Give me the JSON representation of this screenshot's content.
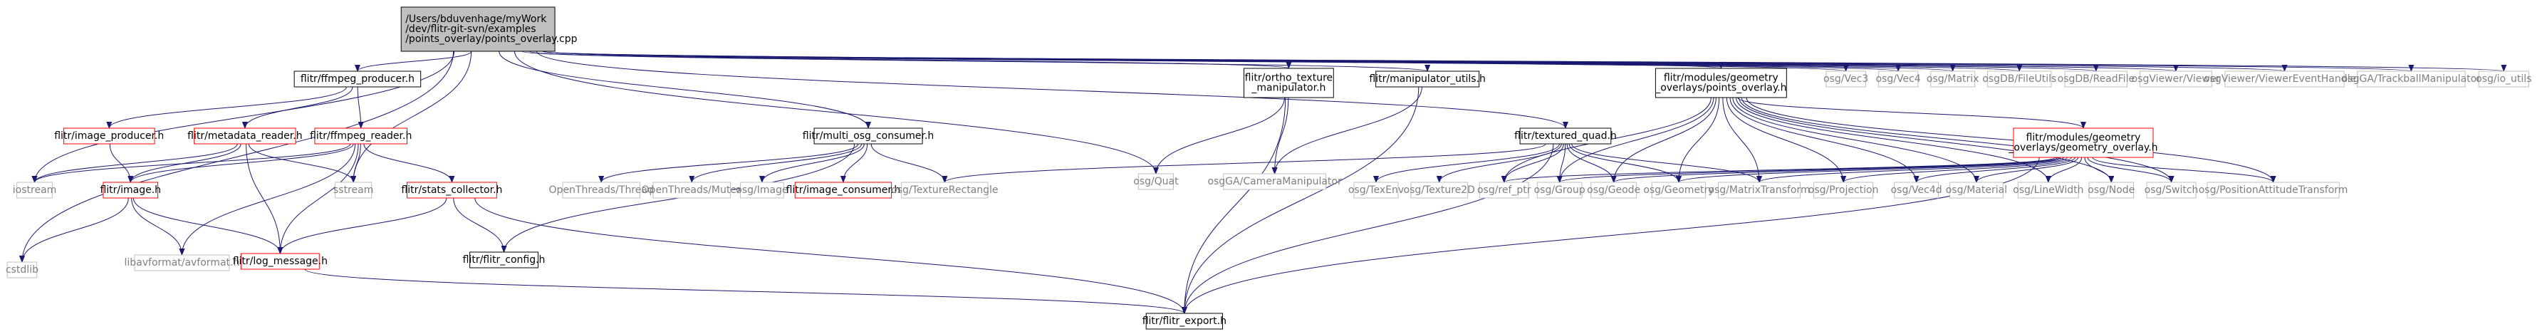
{
  "graph": {
    "title": "",
    "colors": {
      "edge": "#191970",
      "root_fill": "#bfbfbf",
      "doc_border": "#000000",
      "undoc_border": "#ff0000",
      "ext_border": "#bfbfbf",
      "ext_text": "#7f7f7f",
      "text": "#000000"
    },
    "nodes": [
      {
        "id": "root",
        "lines": [
          "/Users/bduvenhage/myWork",
          "/dev/flitr-git-svn/examples",
          "/points_overlay/points_overlay.cpp"
        ],
        "kind": "root"
      },
      {
        "id": "ffmpeg_producer",
        "lines": [
          "flitr/ffmpeg_producer.h"
        ],
        "kind": "doc"
      },
      {
        "id": "ortho_texture_manipulator",
        "lines": [
          "flitr/ortho_texture",
          "_manipulator.h"
        ],
        "kind": "doc"
      },
      {
        "id": "manipulator_utils",
        "lines": [
          "flitr/manipulator_utils.h"
        ],
        "kind": "doc"
      },
      {
        "id": "points_overlay_h",
        "lines": [
          "flitr/modules/geometry",
          "_overlays/points_overlay.h"
        ],
        "kind": "doc"
      },
      {
        "id": "osg_vec3",
        "lines": [
          "osg/Vec3"
        ],
        "kind": "ext"
      },
      {
        "id": "osg_vec4",
        "lines": [
          "osg/Vec4"
        ],
        "kind": "ext"
      },
      {
        "id": "osg_matrix",
        "lines": [
          "osg/Matrix"
        ],
        "kind": "ext"
      },
      {
        "id": "osgdb_fileutils",
        "lines": [
          "osgDB/FileUtils"
        ],
        "kind": "ext"
      },
      {
        "id": "osgdb_readfile",
        "lines": [
          "osgDB/ReadFile"
        ],
        "kind": "ext"
      },
      {
        "id": "osgviewer_viewer",
        "lines": [
          "osgViewer/Viewer"
        ],
        "kind": "ext"
      },
      {
        "id": "osgviewer_handlers",
        "lines": [
          "osgViewer/ViewerEventHandlers"
        ],
        "kind": "ext"
      },
      {
        "id": "osgga_trackball",
        "lines": [
          "osgGA/TrackballManipulator"
        ],
        "kind": "ext"
      },
      {
        "id": "osg_io_utils",
        "lines": [
          "osg/io_utils"
        ],
        "kind": "ext"
      },
      {
        "id": "image_producer",
        "lines": [
          "flitr/image_producer.h"
        ],
        "kind": "undoc"
      },
      {
        "id": "metadata_reader",
        "lines": [
          "flitr/metadata_reader.h"
        ],
        "kind": "undoc"
      },
      {
        "id": "ffmpeg_reader",
        "lines": [
          "flitr/ffmpeg_reader.h"
        ],
        "kind": "undoc"
      },
      {
        "id": "multi_osg_consumer",
        "lines": [
          "flitr/multi_osg_consumer.h"
        ],
        "kind": "doc"
      },
      {
        "id": "osg_quat",
        "lines": [
          "osg/Quat"
        ],
        "kind": "ext"
      },
      {
        "id": "osgga_cameramanip",
        "lines": [
          "osgGA/CameraManipulator"
        ],
        "kind": "ext"
      },
      {
        "id": "textured_quad",
        "lines": [
          "flitr/textured_quad.h"
        ],
        "kind": "doc"
      },
      {
        "id": "geometry_overlay",
        "lines": [
          "flitr/modules/geometry",
          "_overlays/geometry_overlay.h"
        ],
        "kind": "undoc"
      },
      {
        "id": "image_h",
        "lines": [
          "flitr/image.h"
        ],
        "kind": "undoc"
      },
      {
        "id": "iostream",
        "lines": [
          "iostream"
        ],
        "kind": "ext"
      },
      {
        "id": "sstream",
        "lines": [
          "sstream"
        ],
        "kind": "ext"
      },
      {
        "id": "stats_collector",
        "lines": [
          "flitr/stats_collector.h"
        ],
        "kind": "undoc"
      },
      {
        "id": "openthreads_thread",
        "lines": [
          "OpenThreads/Thread"
        ],
        "kind": "ext"
      },
      {
        "id": "openthreads_mutex",
        "lines": [
          "OpenThreads/Mutex"
        ],
        "kind": "ext"
      },
      {
        "id": "osg_image",
        "lines": [
          "osg/Image"
        ],
        "kind": "ext"
      },
      {
        "id": "image_consumer",
        "lines": [
          "flitr/image_consumer.h"
        ],
        "kind": "undoc"
      },
      {
        "id": "osg_texturerect",
        "lines": [
          "osg/TextureRectangle"
        ],
        "kind": "ext"
      },
      {
        "id": "osg_texenv",
        "lines": [
          "osg/TexEnv"
        ],
        "kind": "ext"
      },
      {
        "id": "osg_texture2d",
        "lines": [
          "osg/Texture2D"
        ],
        "kind": "ext"
      },
      {
        "id": "osg_ref_ptr",
        "lines": [
          "osg/ref_ptr"
        ],
        "kind": "ext"
      },
      {
        "id": "osg_group",
        "lines": [
          "osg/Group"
        ],
        "kind": "ext"
      },
      {
        "id": "osg_geode",
        "lines": [
          "osg/Geode"
        ],
        "kind": "ext"
      },
      {
        "id": "osg_geometry",
        "lines": [
          "osg/Geometry"
        ],
        "kind": "ext"
      },
      {
        "id": "osg_matrixtransform",
        "lines": [
          "osg/MatrixTransform"
        ],
        "kind": "ext"
      },
      {
        "id": "osg_projection",
        "lines": [
          "osg/Projection"
        ],
        "kind": "ext"
      },
      {
        "id": "osg_vec4d",
        "lines": [
          "osg/Vec4d"
        ],
        "kind": "ext"
      },
      {
        "id": "osg_material",
        "lines": [
          "osg/Material"
        ],
        "kind": "ext"
      },
      {
        "id": "osg_linewidth",
        "lines": [
          "osg/LineWidth"
        ],
        "kind": "ext"
      },
      {
        "id": "osg_node",
        "lines": [
          "osg/Node"
        ],
        "kind": "ext"
      },
      {
        "id": "osg_switch",
        "lines": [
          "osg/Switch"
        ],
        "kind": "ext"
      },
      {
        "id": "osg_pat",
        "lines": [
          "osg/PositionAttitudeTransform"
        ],
        "kind": "ext"
      },
      {
        "id": "cstdlib",
        "lines": [
          "cstdlib"
        ],
        "kind": "ext"
      },
      {
        "id": "libavformat",
        "lines": [
          "libavformat/avformat.h"
        ],
        "kind": "ext"
      },
      {
        "id": "log_message",
        "lines": [
          "flitr/log_message.h"
        ],
        "kind": "undoc"
      },
      {
        "id": "flitr_config",
        "lines": [
          "flitr/flitr_config.h"
        ],
        "kind": "doc"
      },
      {
        "id": "flitr_export",
        "lines": [
          "flitr/flitr_export.h"
        ],
        "kind": "doc"
      }
    ],
    "edges": [
      [
        "root",
        "ffmpeg_producer"
      ],
      [
        "root",
        "ortho_texture_manipulator"
      ],
      [
        "root",
        "manipulator_utils"
      ],
      [
        "root",
        "points_overlay_h"
      ],
      [
        "root",
        "osg_vec3"
      ],
      [
        "root",
        "osg_vec4"
      ],
      [
        "root",
        "osg_matrix"
      ],
      [
        "root",
        "osgdb_fileutils"
      ],
      [
        "root",
        "osgdb_readfile"
      ],
      [
        "root",
        "osgviewer_viewer"
      ],
      [
        "root",
        "osgviewer_handlers"
      ],
      [
        "root",
        "osgga_trackball"
      ],
      [
        "root",
        "osg_io_utils"
      ],
      [
        "root",
        "multi_osg_consumer"
      ],
      [
        "root",
        "textured_quad"
      ],
      [
        "root",
        "osg_quat"
      ],
      [
        "root",
        "sstream"
      ],
      [
        "root",
        "iostream"
      ],
      [
        "root",
        "cstdlib"
      ],
      [
        "ffmpeg_producer",
        "image_producer"
      ],
      [
        "ffmpeg_producer",
        "metadata_reader"
      ],
      [
        "ffmpeg_producer",
        "ffmpeg_reader"
      ],
      [
        "image_producer",
        "image_h"
      ],
      [
        "metadata_reader",
        "image_h"
      ],
      [
        "metadata_reader",
        "iostream"
      ],
      [
        "metadata_reader",
        "sstream"
      ],
      [
        "metadata_reader",
        "log_message"
      ],
      [
        "ffmpeg_reader",
        "image_h"
      ],
      [
        "ffmpeg_reader",
        "stats_collector"
      ],
      [
        "ffmpeg_reader",
        "iostream"
      ],
      [
        "ffmpeg_reader",
        "sstream"
      ],
      [
        "ffmpeg_reader",
        "libavformat"
      ],
      [
        "ffmpeg_reader",
        "log_message"
      ],
      [
        "image_h",
        "cstdlib"
      ],
      [
        "image_h",
        "libavformat"
      ],
      [
        "image_h",
        "log_message"
      ],
      [
        "stats_collector",
        "log_message"
      ],
      [
        "stats_collector",
        "flitr_config"
      ],
      [
        "stats_collector",
        "flitr_export"
      ],
      [
        "log_message",
        "flitr_export"
      ],
      [
        "multi_osg_consumer",
        "openthreads_thread"
      ],
      [
        "multi_osg_consumer",
        "openthreads_mutex"
      ],
      [
        "multi_osg_consumer",
        "osg_image"
      ],
      [
        "multi_osg_consumer",
        "image_consumer"
      ],
      [
        "multi_osg_consumer",
        "osg_texturerect"
      ],
      [
        "multi_osg_consumer",
        "flitr_config"
      ],
      [
        "ortho_texture_manipulator",
        "osg_quat"
      ],
      [
        "ortho_texture_manipulator",
        "osgga_cameramanip"
      ],
      [
        "ortho_texture_manipulator",
        "flitr_export"
      ],
      [
        "manipulator_utils",
        "osgga_cameramanip"
      ],
      [
        "manipulator_utils",
        "flitr_export"
      ],
      [
        "textured_quad",
        "osg_texturerect"
      ],
      [
        "textured_quad",
        "osg_texenv"
      ],
      [
        "textured_quad",
        "osg_texture2d"
      ],
      [
        "textured_quad",
        "osg_ref_ptr"
      ],
      [
        "textured_quad",
        "osg_group"
      ],
      [
        "textured_quad",
        "osg_geode"
      ],
      [
        "textured_quad",
        "osg_geometry"
      ],
      [
        "textured_quad",
        "osg_matrixtransform"
      ],
      [
        "textured_quad",
        "flitr_export"
      ],
      [
        "points_overlay_h",
        "geometry_overlay"
      ],
      [
        "points_overlay_h",
        "osg_ref_ptr"
      ],
      [
        "points_overlay_h",
        "osg_group"
      ],
      [
        "points_overlay_h",
        "osg_geode"
      ],
      [
        "points_overlay_h",
        "osg_geometry"
      ],
      [
        "points_overlay_h",
        "osg_matrixtransform"
      ],
      [
        "points_overlay_h",
        "osg_projection"
      ],
      [
        "points_overlay_h",
        "osg_vec4d"
      ],
      [
        "points_overlay_h",
        "osg_material"
      ],
      [
        "points_overlay_h",
        "osg_linewidth"
      ],
      [
        "points_overlay_h",
        "osg_node"
      ],
      [
        "points_overlay_h",
        "osg_switch"
      ],
      [
        "points_overlay_h",
        "osg_pat"
      ],
      [
        "geometry_overlay",
        "osg_ref_ptr"
      ],
      [
        "geometry_overlay",
        "osg_group"
      ],
      [
        "geometry_overlay",
        "osg_geode"
      ],
      [
        "geometry_overlay",
        "osg_geometry"
      ],
      [
        "geometry_overlay",
        "osg_matrixtransform"
      ],
      [
        "geometry_overlay",
        "osg_projection"
      ],
      [
        "geometry_overlay",
        "osg_vec4d"
      ],
      [
        "geometry_overlay",
        "osg_material"
      ],
      [
        "geometry_overlay",
        "osg_linewidth"
      ],
      [
        "geometry_overlay",
        "osg_node"
      ],
      [
        "geometry_overlay",
        "osg_switch"
      ],
      [
        "geometry_overlay",
        "osg_pat"
      ],
      [
        "geometry_overlay",
        "flitr_export"
      ]
    ]
  }
}
